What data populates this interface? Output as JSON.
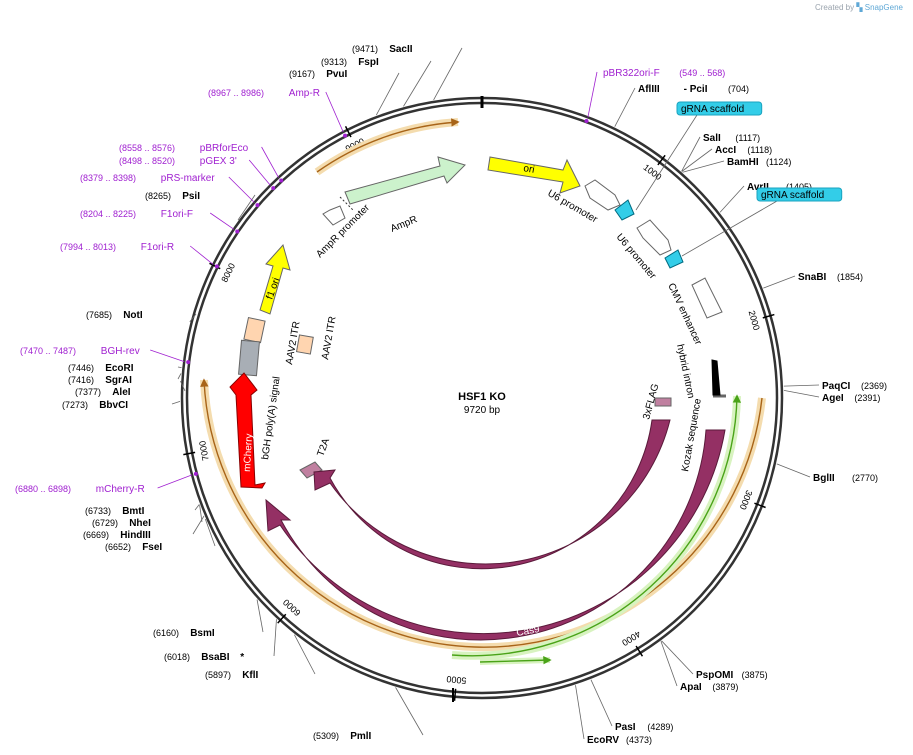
{
  "credit": {
    "prefix": "Created by",
    "brand": "SnapGene"
  },
  "plasmid": {
    "name": "HSF1 KO",
    "length_label": "9720 bp",
    "total_bp": 9720
  },
  "ticks": [
    {
      "label": "1000",
      "bp": 1000
    },
    {
      "label": "2000",
      "bp": 2000
    },
    {
      "label": "3000",
      "bp": 3000
    },
    {
      "label": "4000",
      "bp": 4000
    },
    {
      "label": "5000",
      "bp": 5000
    },
    {
      "label": "6000",
      "bp": 6000
    },
    {
      "label": "7000",
      "bp": 7000
    },
    {
      "label": "8000",
      "bp": 8000
    },
    {
      "label": "9000",
      "bp": 9000
    }
  ],
  "colors": {
    "cas9": "#943064",
    "mcherry": "#ff0000",
    "ori": "#ffff00",
    "ampr": "#ccf2cc",
    "f1ori": "#ffff00",
    "itr": "#ffd5b0",
    "bgh": "#a8aeb5",
    "primer": "#a020d0",
    "grna": "#33cde8",
    "orf_fill": "#f4dcae",
    "orf_line": "#a86418",
    "green_orf": "#4aa318"
  },
  "enzymes": [
    {
      "name": "SacII",
      "pos": "(9471)",
      "bp": 9471
    },
    {
      "name": "FspI",
      "pos": "(9313)",
      "bp": 9313
    },
    {
      "name": "PvuI",
      "pos": "(9167)",
      "bp": 9167
    },
    {
      "name": "PsiI",
      "pos": "(8265)",
      "bp": 8265
    },
    {
      "name": "NotI",
      "pos": "(7685)",
      "bp": 7685
    },
    {
      "name": "EcoRI",
      "pos": "(7446)",
      "bp": 7446
    },
    {
      "name": "SgrAI",
      "pos": "(7416)",
      "bp": 7416
    },
    {
      "name": "AleI",
      "pos": "(7377)",
      "bp": 7377
    },
    {
      "name": "BbvCI",
      "pos": "(7273)",
      "bp": 7273
    },
    {
      "name": "BmtI",
      "pos": "(6733)",
      "bp": 6733
    },
    {
      "name": "NheI",
      "pos": "(6729)",
      "bp": 6729
    },
    {
      "name": "HindIII",
      "pos": "(6669)",
      "bp": 6669
    },
    {
      "name": "FseI",
      "pos": "(6652)",
      "bp": 6652
    },
    {
      "name": "BsmI",
      "pos": "(6160)",
      "bp": 6160
    },
    {
      "name": "BsaBI",
      "pos": "(6018)",
      "bp": 6018,
      "star": "*"
    },
    {
      "name": "KflI",
      "pos": "(5897)",
      "bp": 5897
    },
    {
      "name": "PmlI",
      "pos": "(5309)",
      "bp": 5309
    },
    {
      "name": "AflIII",
      "extra": "- PciI",
      "pos": "(704)",
      "bp": 704
    },
    {
      "name": "SalI",
      "pos": "(1117)",
      "bp": 1117
    },
    {
      "name": "AccI",
      "pos": "(1118)",
      "bp": 1118
    },
    {
      "name": "BamHI",
      "pos": "(1124)",
      "bp": 1124
    },
    {
      "name": "AvrII",
      "pos": "(1405)",
      "bp": 1405
    },
    {
      "name": "SnaBI",
      "pos": "(1854)",
      "bp": 1854
    },
    {
      "name": "PaqCI",
      "pos": "(2369)",
      "bp": 2369
    },
    {
      "name": "AgeI",
      "pos": "(2391)",
      "bp": 2391
    },
    {
      "name": "BglII",
      "pos": "(2770)",
      "bp": 2770
    },
    {
      "name": "PspOMI",
      "pos": "(3875)",
      "bp": 3875
    },
    {
      "name": "ApaI",
      "pos": "(3879)",
      "bp": 3879
    },
    {
      "name": "PasI",
      "pos": "(4289)",
      "bp": 4289
    },
    {
      "name": "EcoRV",
      "pos": "(4373)",
      "bp": 4373
    }
  ],
  "primers": [
    {
      "name": "pBR322ori-F",
      "range": "(549 .. 568)",
      "bp": 558
    },
    {
      "name": "Amp-R",
      "range": "(8967 .. 8986)",
      "bp": 8976
    },
    {
      "name": "pBRforEco",
      "range": "(8558 .. 8576)",
      "bp": 8567
    },
    {
      "name": "pGEX 3'",
      "range": "(8498 .. 8520)",
      "bp": 8509
    },
    {
      "name": "pRS-marker",
      "range": "(8379 .. 8398)",
      "bp": 8388
    },
    {
      "name": "F1ori-F",
      "range": "(8204 .. 8225)",
      "bp": 8214
    },
    {
      "name": "F1ori-R",
      "range": "(7994 .. 8013)",
      "bp": 8003
    },
    {
      "name": "BGH-rev",
      "range": "(7470 .. 7487)",
      "bp": 7478
    },
    {
      "name": "mCherry-R",
      "range": "(6880 .. 6898)",
      "bp": 6889
    }
  ],
  "grna_labels": [
    {
      "name": "gRNA scaffold",
      "bp": 1260
    },
    {
      "name": "gRNA scaffold",
      "bp": 1480
    }
  ],
  "features": {
    "ori": "ori",
    "ampr": "AmpR",
    "ampr_promoter": "AmpR promoter",
    "f1_ori": "f1 ori",
    "itr_1": "AAV2 ITR",
    "itr_2": "AAV2 ITR",
    "bgh": "bGH poly(A) signal",
    "mcherry": "mCherry",
    "t2a": "T2A",
    "flag": "3xFLAG",
    "kozak": "Kozak sequence",
    "cas9_inner": "Cas9",
    "cas9_outer": "Cas9",
    "u6_1": "U6 promoter",
    "u6_2": "U6 promoter",
    "cmv": "CMV enhancer",
    "hybrid": "hybrid intron"
  }
}
